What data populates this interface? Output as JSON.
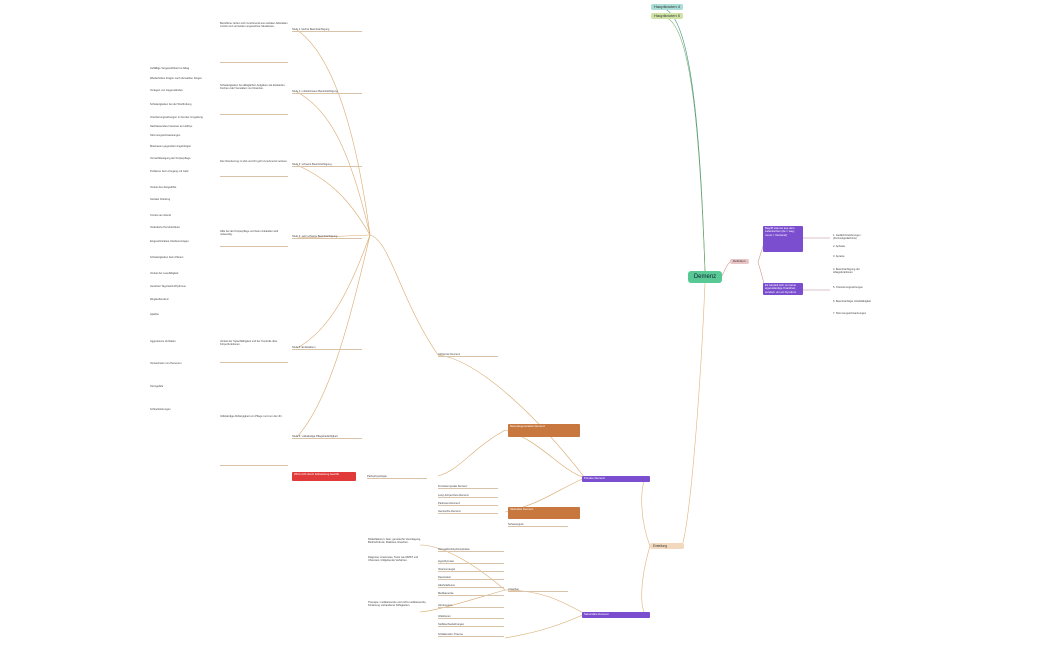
{
  "root": "Demenz",
  "top_chips": [
    "Hauptknoten 4",
    "Hauptknoten 5"
  ],
  "branches": {
    "definition": "Definition",
    "einteilung": "Einteilung",
    "primaere": "Primäre Demenz",
    "sekundaere": "Sekundäre Demenz",
    "alzheimer": "Alzheimer-Demenz",
    "pathologie": "Pathophysiologie",
    "ursachen": "Ursachen",
    "schweregrad": "Schweregrad"
  },
  "definition_boxes": [
    "Begriff stammt aus dem Lateinischen (de = weg; mens = Verstand)",
    "Es handelt sich um keine eigenständige Krankheit, sondern um ein Syndrom"
  ],
  "definition_items": [
    "1. Gedächtnisstörungen (Kurzzeitgedächtnis)",
    "2. Aphasie",
    "3. Apraxie",
    "4. Beeinträchtigung der Alltagsfunktionen",
    "5. Orientierungsstörungen",
    "6. Beeinträchtigte Urteilsfähigkeit",
    "7. Stimmungsschwankungen"
  ],
  "alert": "Wird nicht durch Erkrankung bewirkt",
  "highlights": {
    "primaer_1": "Neurodegenerative Demenz",
    "sekundaer_1": "Vaskuläre Demenz"
  },
  "mid_list": [
    "Frontotemporale Demenz",
    "Lewy-Körperchen-Demenz",
    "Parkinson-Demenz",
    "Gemischte Demenz"
  ],
  "bottom_list": [
    "Normaldruckhydrozephalus",
    "Hypothyreose",
    "Vitaminmangel",
    "Depression",
    "Alkoholabusus",
    "Medikamente",
    "Hirntumoren",
    "Infektionen",
    "Stoffwechselstörungen",
    "Schädel-Hirn-Trauma"
  ],
  "stages": [
    "Stufe 1: leichte Beeinträchtigung",
    "Stufe 2: mittelschwere Beeinträchtigung",
    "Stufe 3: schwere Beeinträchtigung",
    "Stufe 4: sehr schwere Beeinträchtigung",
    "Stufe 5: Endstadium",
    "Stufe 6: vollständige Pflegebedürftigkeit"
  ],
  "stage_notes": [
    "Betroffene ziehen sich zunehmend aus sozialen Aktivitäten zurück und vermeiden ungewohnte Situationen.",
    "Schwierigkeiten bei alltäglichen Aufgaben wie Einkaufen, Kochen oder Verwalten von Finanzen.",
    "Die Orientierung zu Zeit und Ort geht zunehmend verloren.",
    "Hilfe bei der Körperpflege und beim Ankleiden wird notwendig.",
    "Verlust der Sprachfähigkeit und der Kontrolle über Körperfunktionen.",
    "Vollständige Abhängigkeit von Pflege rund um die Uhr."
  ],
  "left_column": [
    "Auffällige Vergesslichkeit im Alltag",
    "Wiederholtes Fragen nach denselben Dingen",
    "Verlegen von Gegenständen",
    "Schwierigkeiten bei der Wortfindung",
    "Orientierungsstörungen in fremder Umgebung",
    "Nachlassendes Interesse an Hobbys",
    "Stimmungsschwankungen",
    "Misstrauen gegenüber Angehörigen",
    "Vernachlässigung der Körperpflege",
    "Probleme beim Umgang mit Geld",
    "Verlust des Zeitgefühls",
    "Sozialer Rückzug",
    "Unruhe am Abend",
    "Veränderte Persönlichkeit",
    "Eingeschränktes Urteilsvermögen",
    "Schwierigkeiten beim Planen",
    "Verlust der Lesefähigkeit",
    "Gestörter Tag-Nacht-Rhythmus",
    "Weglauftendenz",
    "Apathie",
    "Aggressives Verhalten",
    "Verwechseln von Personen",
    "Sturzgefahr",
    "Schluckstörungen"
  ],
  "bottom_notes": [
    "Risikofaktoren: Alter, genetische Veranlagung, Bluthochdruck, Diabetes, Rauchen.",
    "Diagnose: Anamnese, Tests wie MMST und Uhrentest, bildgebende Verfahren.",
    "Therapie: medikamentös und nicht-medikamentös, Förderung vorhandener Fähigkeiten."
  ],
  "colors": {
    "root": "#58c995",
    "definition": "#e9c4c4",
    "einteilung": "#f2d9bd",
    "purple": "#7b4ecf",
    "orange": "#c8773f",
    "alert": "#e03a3a",
    "chip1": "#a9ddd6",
    "chip2": "#cfe3a6"
  }
}
